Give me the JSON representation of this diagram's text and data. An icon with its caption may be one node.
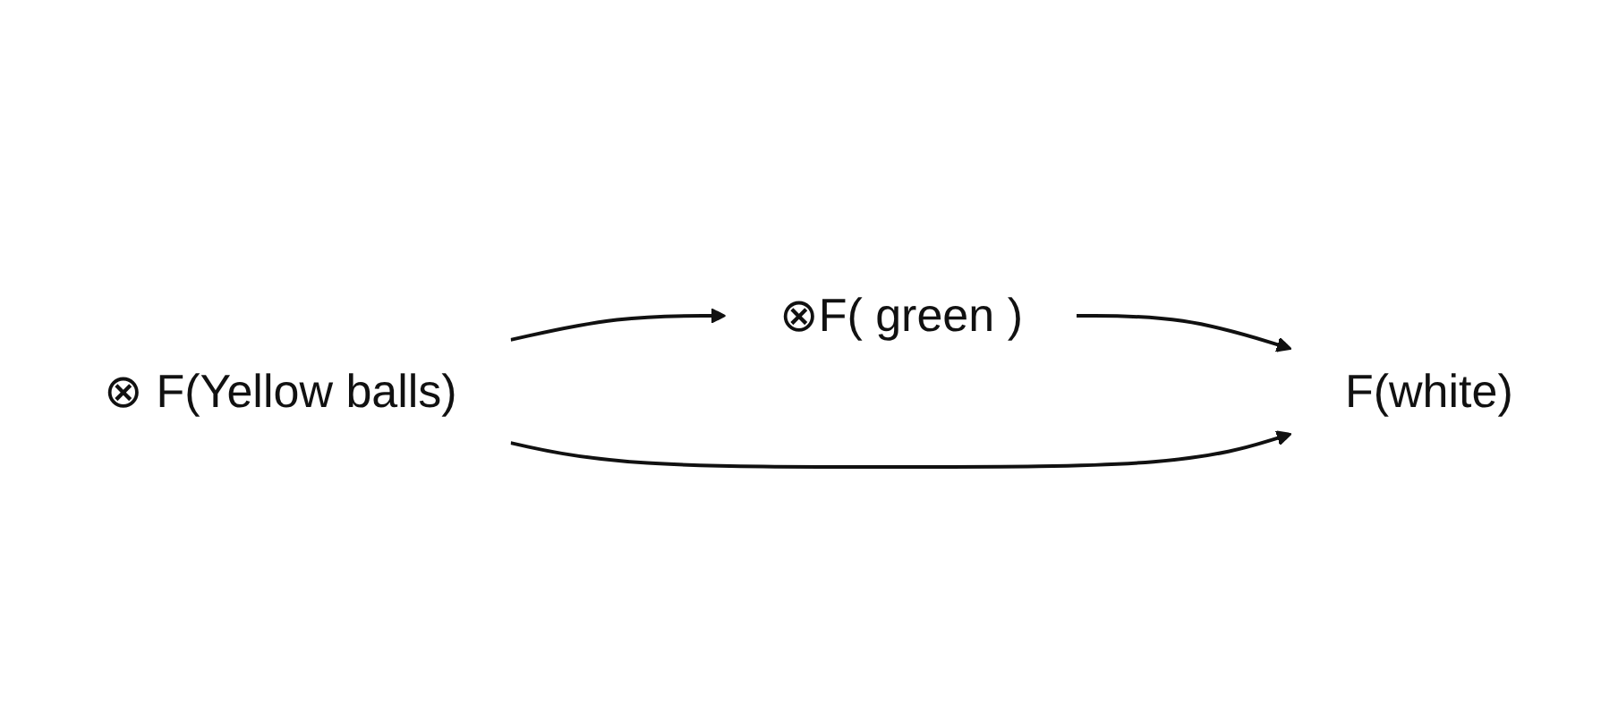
{
  "diagram": {
    "nodes": [
      {
        "text": [
          "⊗ F(Yellow balls)"
        ]
      },
      {
        "text": [
          "⊗F( green )"
        ]
      },
      {
        "text": [
          "F(white)"
        ]
      }
    ],
    "edges": [
      {
        "from": 0,
        "to": 1,
        "arrow": "to"
      },
      {
        "from": 1,
        "to": 2,
        "arrow": "to"
      },
      {
        "from": 0,
        "to": 2,
        "arrow": "to"
      }
    ]
  }
}
